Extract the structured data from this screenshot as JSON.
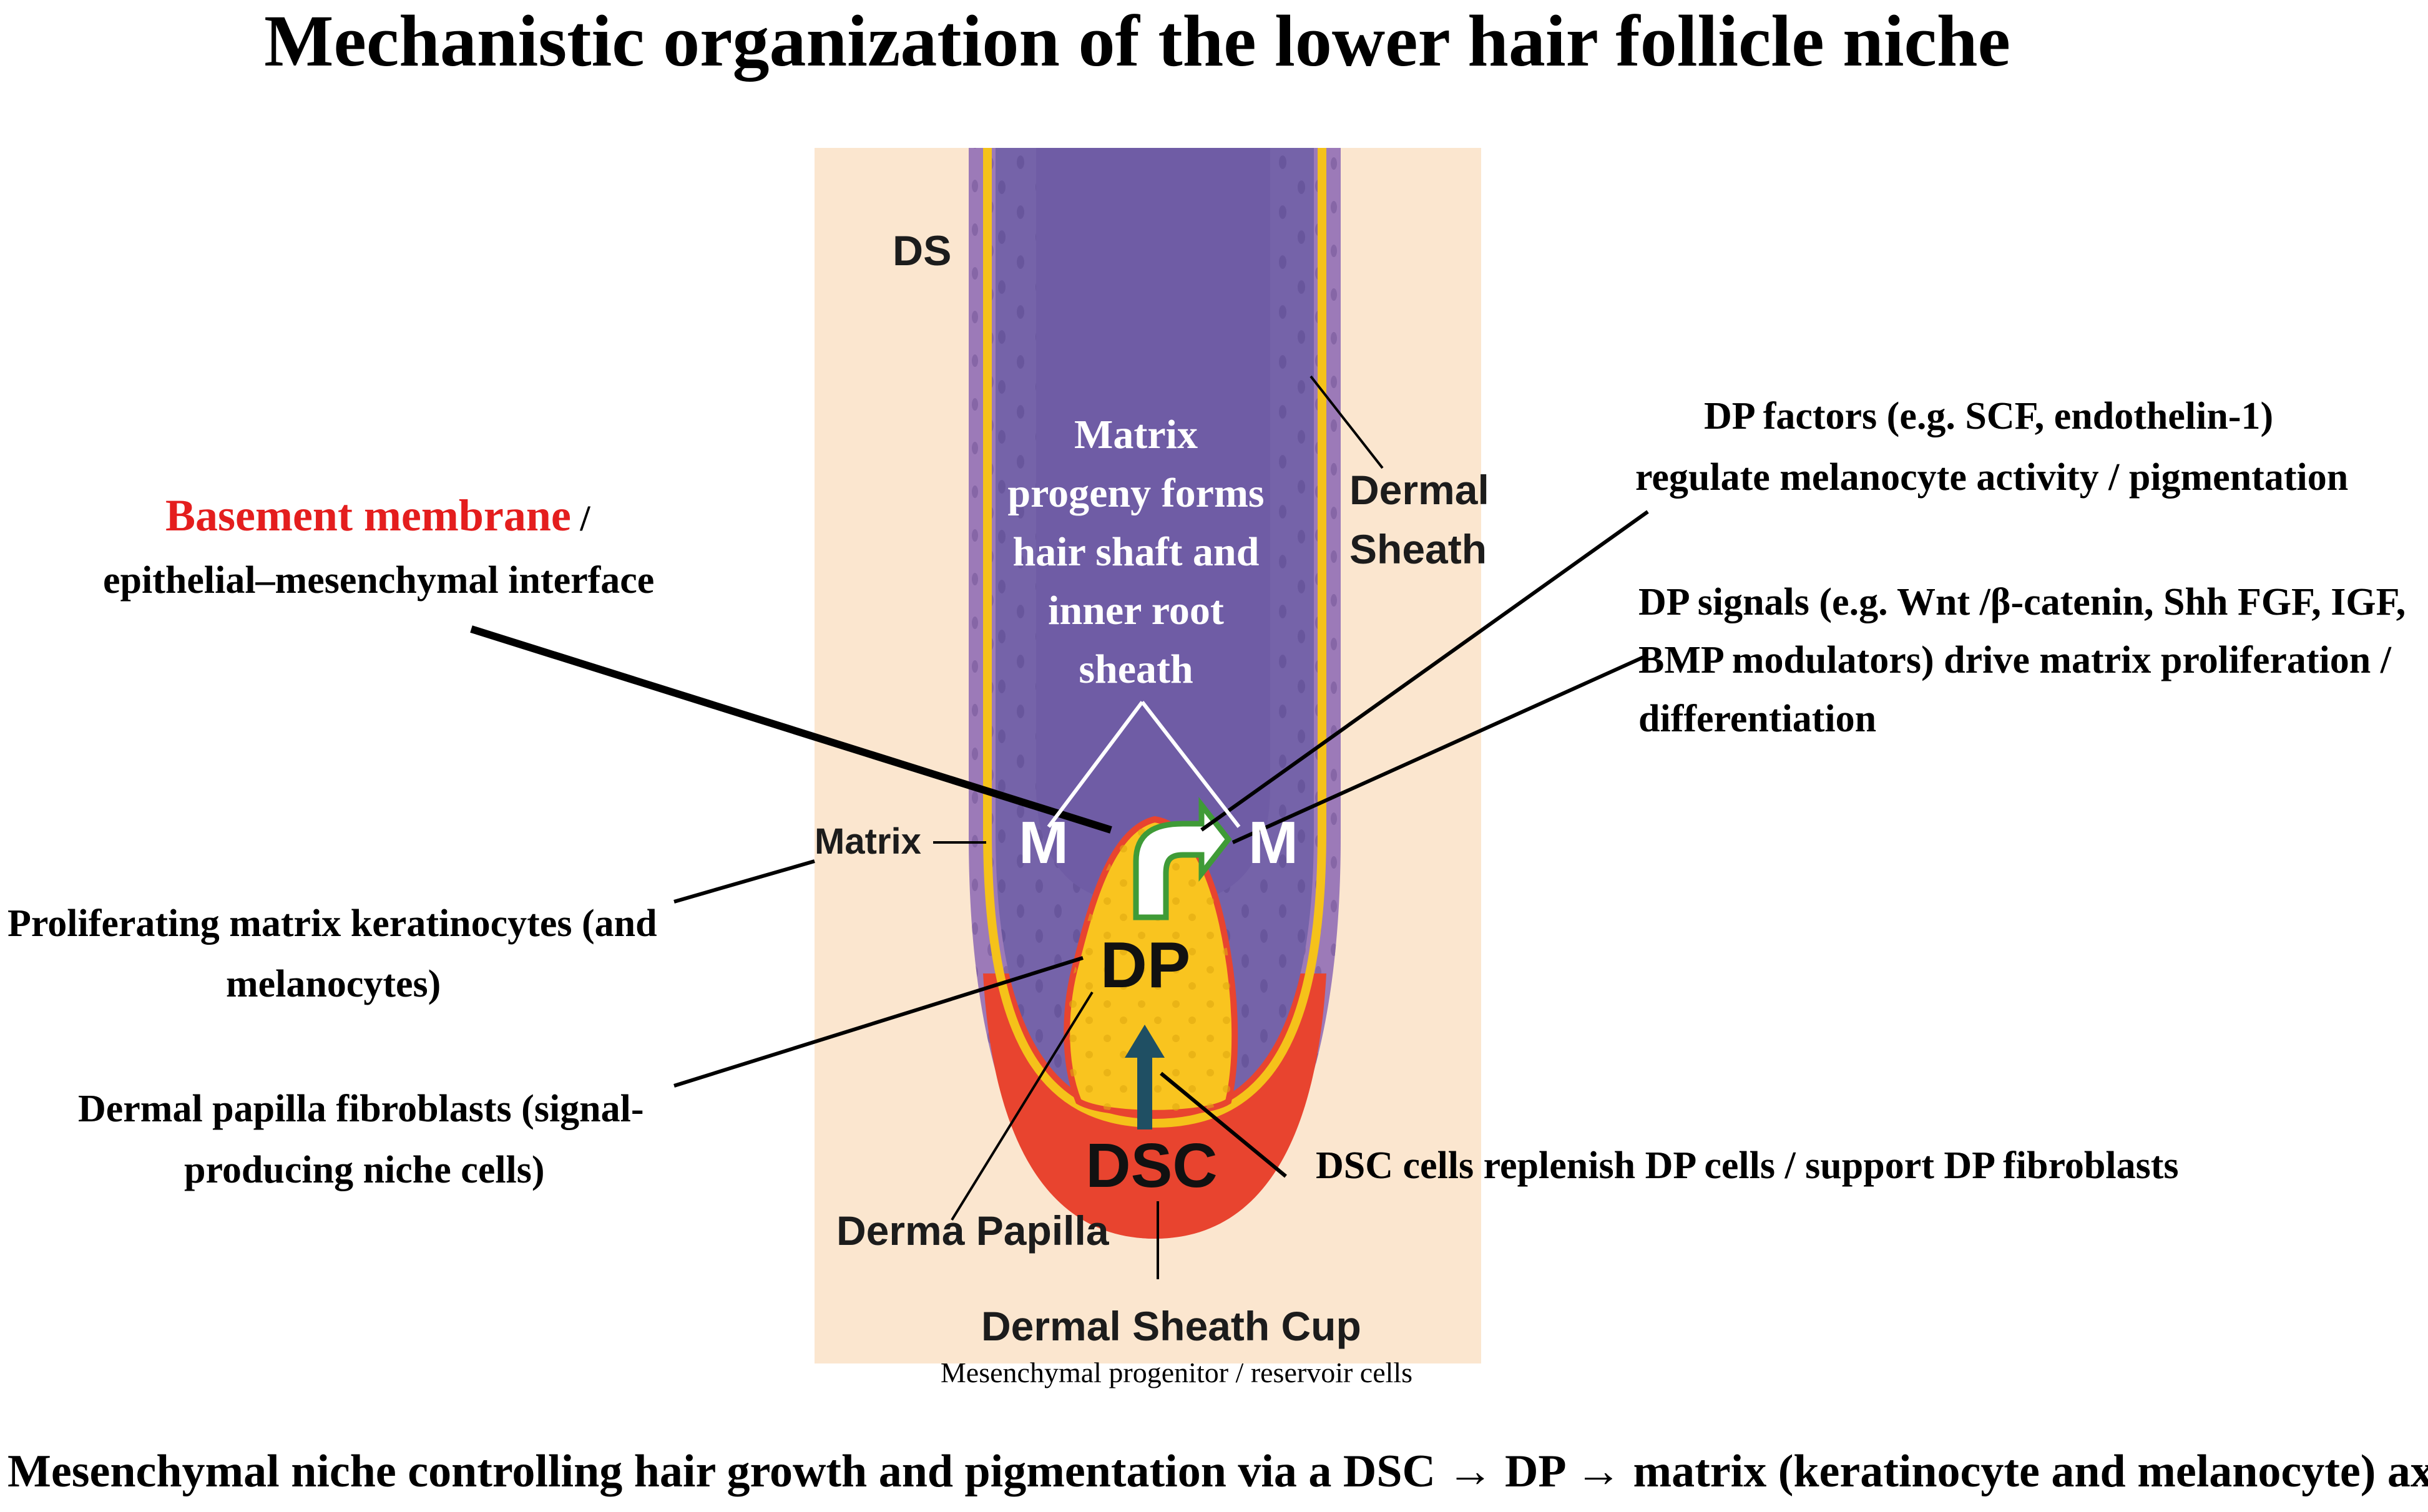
{
  "title": "Mechanistic organization of the lower hair follicle niche",
  "footer": "Mesenchymal niche controlling hair growth and pigmentation via a DSC → DP → matrix (keratinocyte and melanocyte) axis",
  "diagram_labels": {
    "ds": "DS",
    "dermal_sheath_line1": "Dermal",
    "dermal_sheath_line2": "Sheath",
    "matrix": "Matrix",
    "m_left": "M",
    "m_right": "M",
    "dp": "DP",
    "dsc": "DSC",
    "derma_papilla": "Derma Papilla",
    "dermal_sheath_cup": "Dermal Sheath Cup",
    "dermal_sheath_cup_sub": "Mesenchymal progenitor / reservoir cells",
    "matrix_progeny": [
      "Matrix",
      "progeny forms",
      "hair shaft and",
      "inner root",
      "sheath"
    ]
  },
  "callouts": {
    "basement_highlight": "Basement membrane",
    "basement_sep": " /",
    "basement_line2": "epithelial–mesenchymal interface",
    "proliferating_line1": "Proliferating matrix keratinocytes (and",
    "proliferating_line2": "melanocytes)",
    "dp_fibro_line1": "Dermal papilla fibroblasts (signal-",
    "dp_fibro_line2": "producing niche cells)",
    "dp_factors_line1": "DP factors (e.g. SCF, endothelin-1)",
    "dp_factors_line2": "regulate melanocyte activity / pigmentation",
    "dp_signals_line1": "DP signals (e.g. Wnt /β-catenin, Shh FGF, IGF,",
    "dp_signals_line2": "BMP modulators) drive matrix proliferation /",
    "dp_signals_line3": "differentiation",
    "dsc_cells": "DSC cells replenish  DP cells / support DP fibroblasts"
  },
  "colors": {
    "background_panel": "#fbe6cf",
    "dermal_sheath": "#9c7ab8",
    "follicle_purple": "#7563a9",
    "inner_purple": "#6f5ca5",
    "basement_yellow": "#f5c21a",
    "dermal_papilla": "#f9c41f",
    "dsc_red": "#e8442f",
    "arrow_green": "#3f9b37",
    "arrow_teal": "#1f4f63",
    "highlight_red": "#e41e1e"
  }
}
